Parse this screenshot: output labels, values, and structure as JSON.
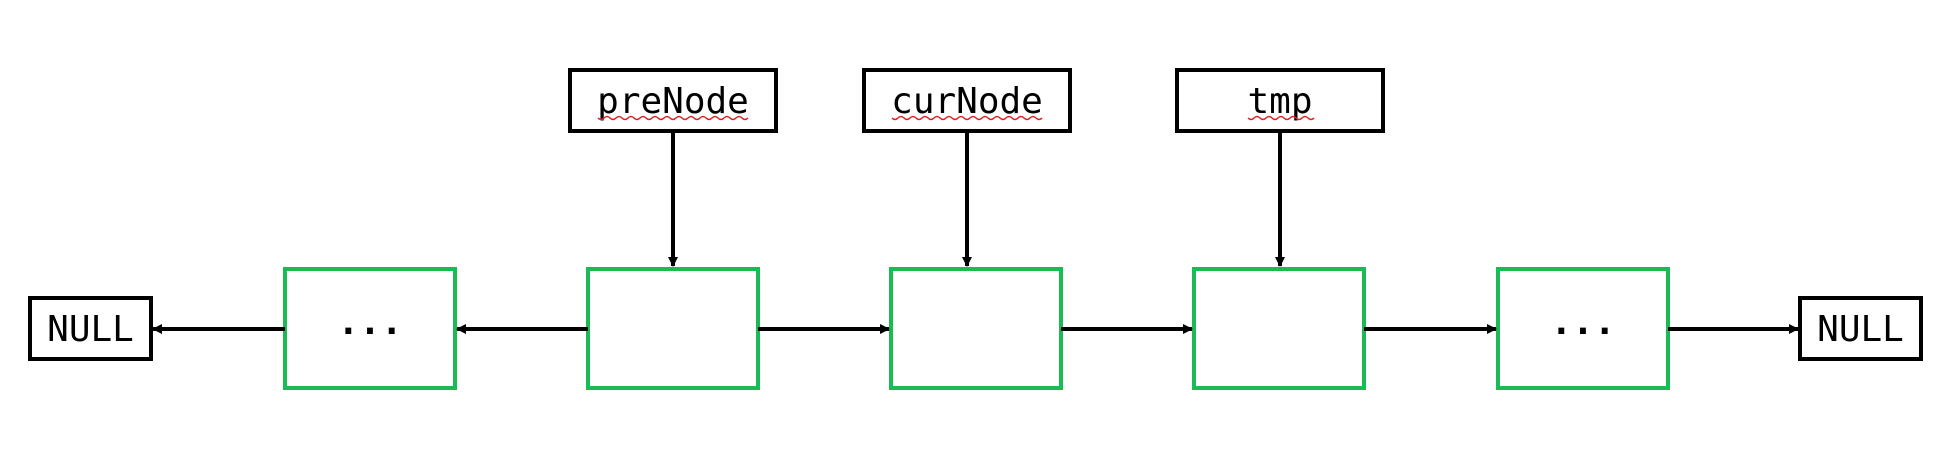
{
  "colors": {
    "node_border": "#1db954",
    "box_border": "#000000",
    "arrow": "#000000",
    "text": "#000000"
  },
  "pointers": {
    "pre": "preNode",
    "cur": "curNode",
    "tmp": "tmp"
  },
  "null_left": "NULL",
  "null_right": "NULL",
  "ellipsis_left": "...",
  "ellipsis_right": "..."
}
